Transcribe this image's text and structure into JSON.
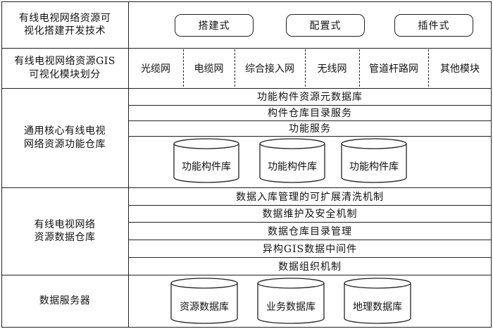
{
  "row1": {
    "label": "有线电视网络资源可\n视化搭建开发技术",
    "buttons": [
      "搭建式",
      "配置式",
      "插件式"
    ]
  },
  "row2": {
    "label": "有线电视网络资源GIS\n可视化模块划分",
    "modules": [
      "光缆网",
      "电缆网",
      "综合接入网",
      "无线网",
      "管道杆路网",
      "其他模块"
    ]
  },
  "row3": {
    "label": "通用核心有线电视\n网络资源功能仓库",
    "layers": [
      "功能构件资源元数据库",
      "构件仓库目录服务",
      "功能服务"
    ],
    "databases": [
      "功能构件库",
      "功能构件库",
      "功能构件库"
    ]
  },
  "row4": {
    "label": "有线电视网络\n资源数据仓库",
    "layers": [
      "数据入库管理的可扩展清洗机制",
      "数据维护及安全机制",
      "数据仓库目录管理",
      "异构GIS数据中间件",
      "数据组织机制"
    ]
  },
  "row5": {
    "label": "数据服务器",
    "databases": [
      "资源数据库",
      "业务数据库",
      "地理数据库"
    ]
  }
}
